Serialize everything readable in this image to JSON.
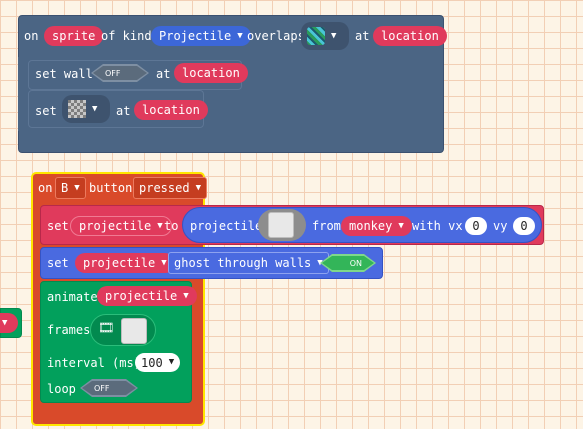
{
  "overlap_event": {
    "on": "on",
    "sprite_var": "sprite",
    "of_kind": "of kind",
    "kind_value": "Projectile",
    "overlaps": "overlaps",
    "at": "at",
    "location_var": "location",
    "set_wall": "set wall",
    "wall_toggle": "OFF",
    "set_wall_at": "at",
    "set_wall_location": "location",
    "set": "set",
    "set_at": "at",
    "set_location": "location"
  },
  "button_event": {
    "on": "on",
    "button_value": "B",
    "button": "button",
    "state_value": "pressed",
    "set_projectile": {
      "set": "set",
      "var": "projectile",
      "to": "to",
      "func": "projectile",
      "from": "from",
      "from_var": "monkey",
      "with_vx": "with vx",
      "vx": "0",
      "vy_label": "vy",
      "vy": "0"
    },
    "set_ghost": {
      "set": "set",
      "var": "projectile",
      "flag": "ghost through walls",
      "toggle": "ON"
    },
    "animate": {
      "animate": "animate",
      "var": "projectile",
      "frames": "frames",
      "interval": "interval (ms)",
      "interval_value": "100",
      "loop": "loop",
      "loop_toggle": "OFF"
    }
  },
  "colors": {
    "scene_block": "#4b6584",
    "variable": "#e03a5c",
    "kind": "#3c67d8",
    "sprites_block": "#4a6ae0",
    "event_block": "#d94a2a",
    "animation_block": "#02a05c"
  }
}
